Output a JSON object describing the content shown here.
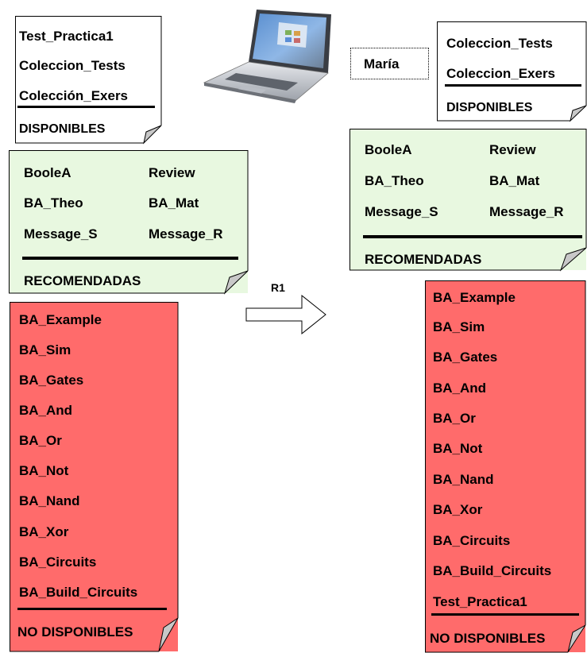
{
  "user_name": "María",
  "arrow_label": "R1",
  "colors": {
    "green_note": "#e8f8e0",
    "red_note": "#ff6b6b",
    "fold_fill": "#c8c8c8"
  },
  "left": {
    "disponibles": {
      "items": [
        "Test_Practica1",
        "Coleccion_Tests",
        "Colección_Exers"
      ],
      "heading": "DISPONIBLES"
    },
    "recomendadas": {
      "col1": [
        "BooleA",
        "BA_Theo",
        "Message_S"
      ],
      "col2": [
        "Review",
        "BA_Mat",
        "Message_R"
      ],
      "heading": "RECOMENDADAS"
    },
    "no_disponibles": {
      "items": [
        "BA_Example",
        "BA_Sim",
        "BA_Gates",
        "BA_And",
        "BA_Or",
        "BA_Not",
        "BA_Nand",
        "BA_Xor",
        "BA_Circuits",
        "BA_Build_Circuits"
      ],
      "heading": "NO DISPONIBLES"
    }
  },
  "right": {
    "disponibles": {
      "items": [
        "Coleccion_Tests",
        "Coleccion_Exers"
      ],
      "heading": "DISPONIBLES"
    },
    "recomendadas": {
      "col1": [
        "BooleA",
        "BA_Theo",
        "Message_S"
      ],
      "col2": [
        "Review",
        "BA_Mat",
        "Message_R"
      ],
      "heading": "RECOMENDADAS"
    },
    "no_disponibles": {
      "items": [
        "BA_Example",
        "BA_Sim",
        "BA_Gates",
        "BA_And",
        "BA_Or",
        "BA_Not",
        "BA_Nand",
        "BA_Xor",
        "BA_Circuits",
        "BA_Build_Circuits",
        "Test_Practica1"
      ],
      "heading": "NO DISPONIBLES"
    }
  }
}
